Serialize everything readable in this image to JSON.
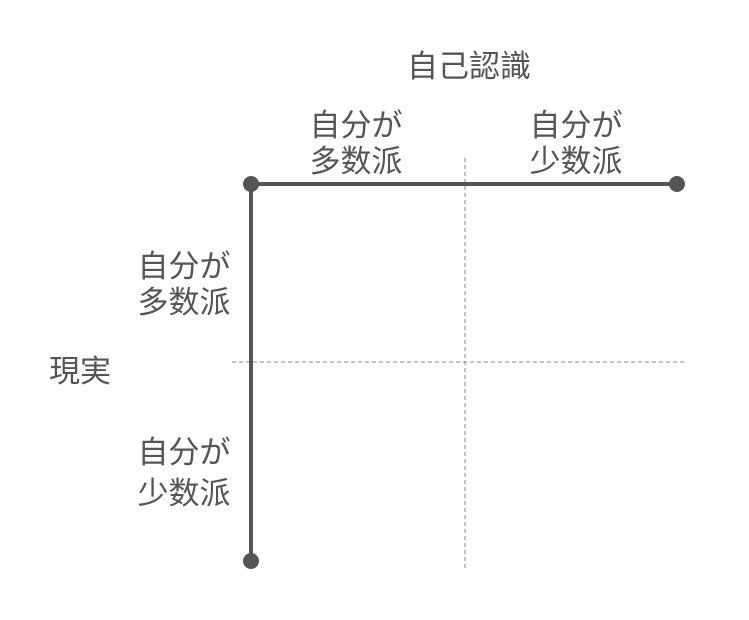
{
  "colors": {
    "background": "#ffffff",
    "axis": "#555555",
    "divider": "#888888",
    "text": "#555555"
  },
  "diagram": {
    "top_title": "自己認識",
    "left_title": "現実",
    "column_labels": [
      {
        "line1": "自分が",
        "line2": "多数派"
      },
      {
        "line1": "自分が",
        "line2": "少数派"
      }
    ],
    "row_labels": [
      {
        "line1": "自分が",
        "line2": "多数派"
      },
      {
        "line1": "自分が",
        "line2": "少数派"
      }
    ]
  }
}
